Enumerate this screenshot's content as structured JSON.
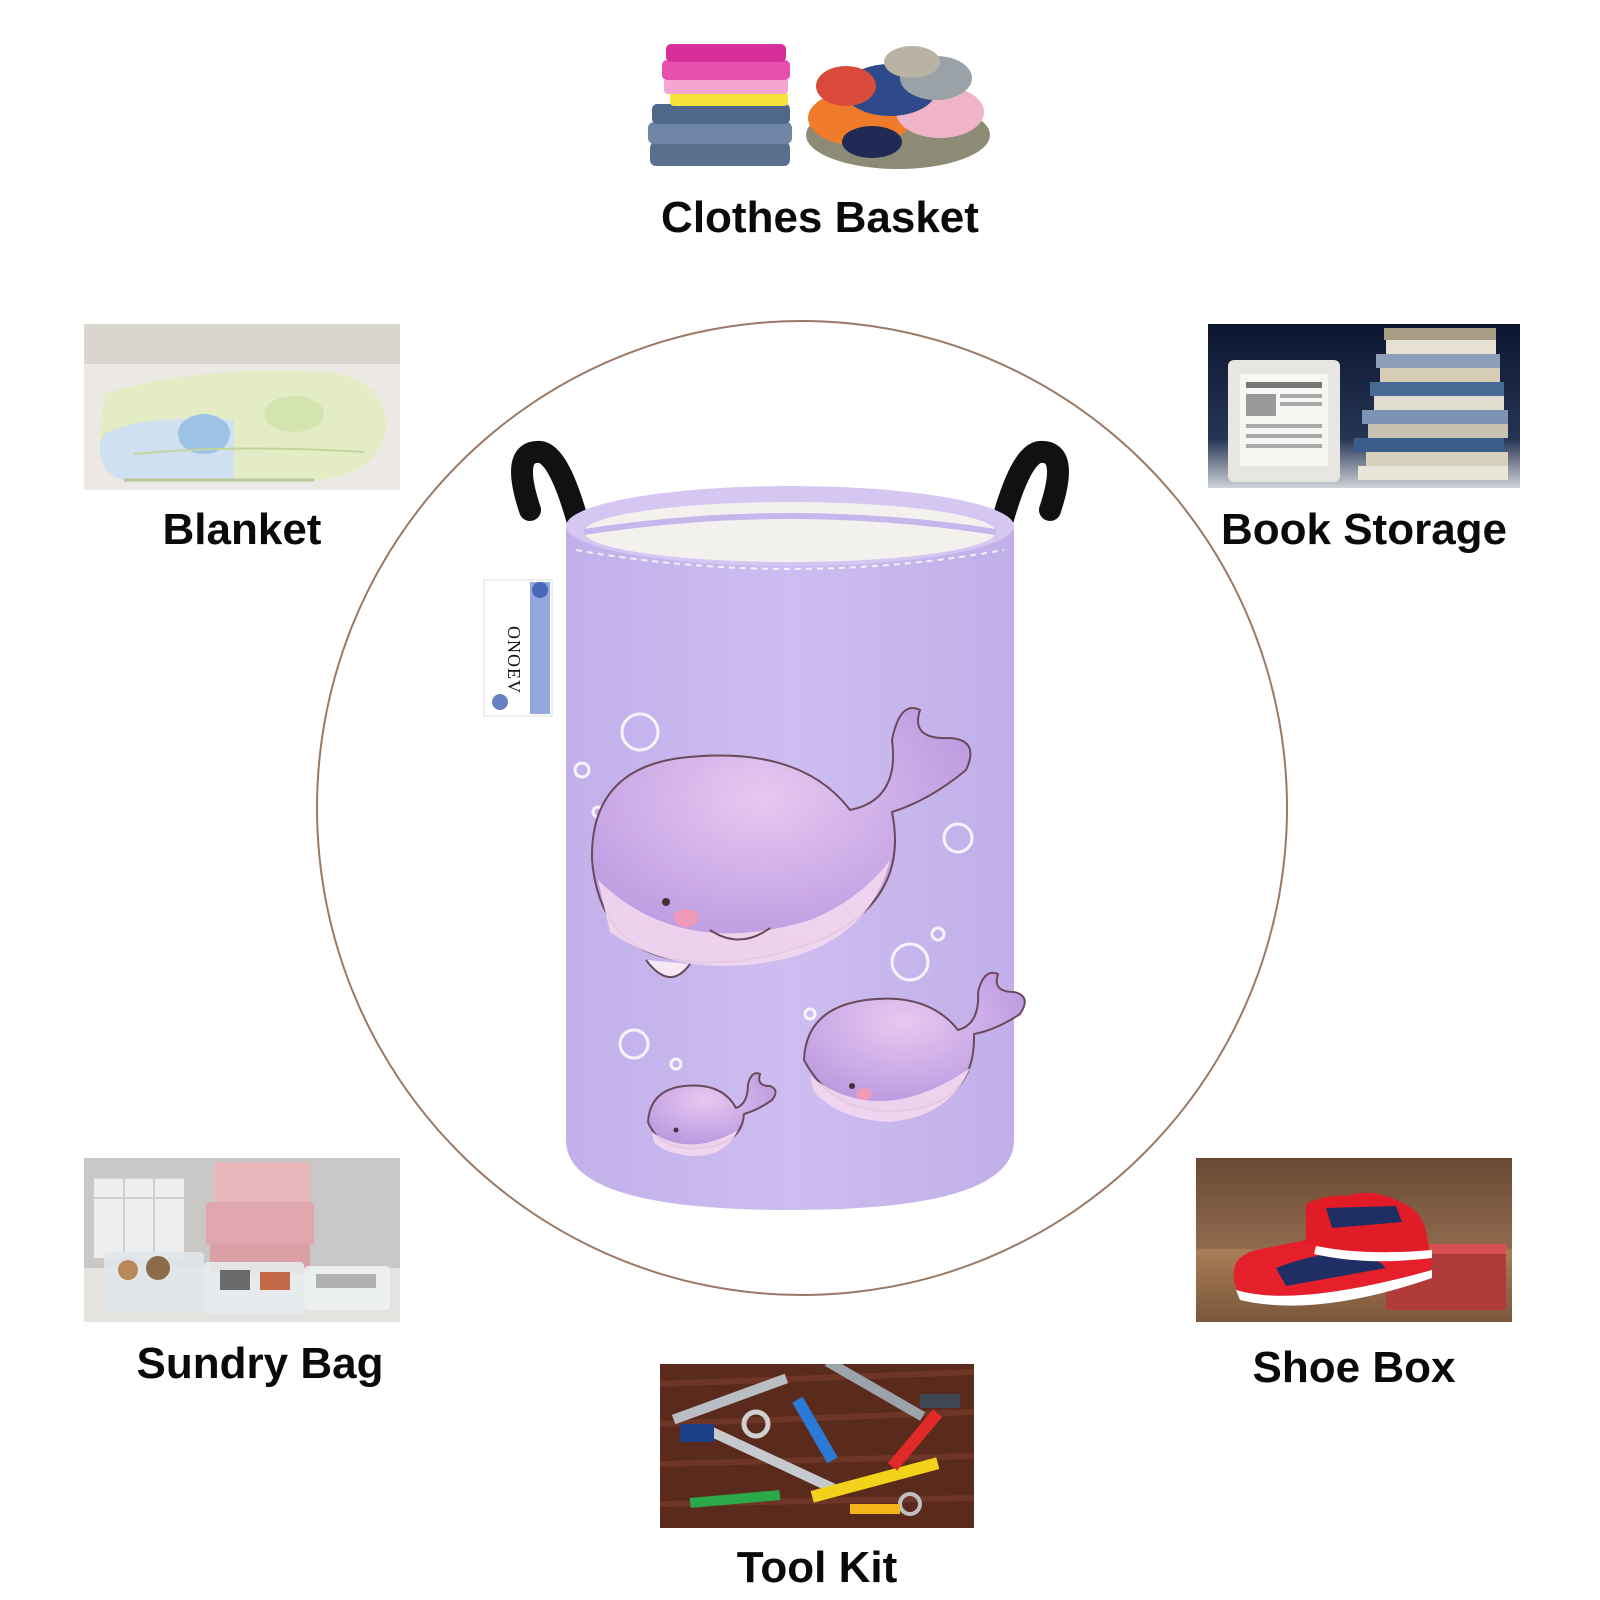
{
  "uses": {
    "clothes": {
      "label": "Clothes Basket",
      "icon": "folded-clothes-photo"
    },
    "blanket": {
      "label": "Blanket",
      "icon": "folded-blanket-photo"
    },
    "books": {
      "label": "Book Storage",
      "icon": "book-stack-photo"
    },
    "sundry": {
      "label": "Sundry Bag",
      "icon": "storage-bins-photo"
    },
    "shoes": {
      "label": "Shoe Box",
      "icon": "sneakers-photo"
    },
    "tools": {
      "label": "Tool Kit",
      "icon": "tools-photo"
    }
  },
  "product": {
    "tag_brand": "ONOEV",
    "basket_color": "#c9b8ee",
    "handle_color": "#111111",
    "ring_color": "#9a7a66"
  }
}
